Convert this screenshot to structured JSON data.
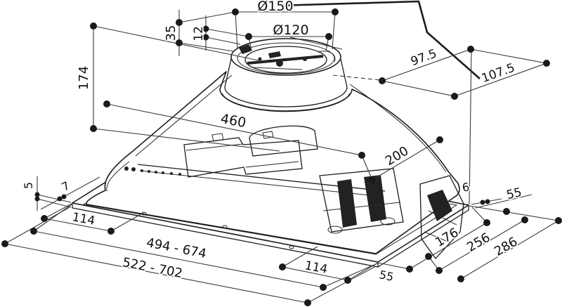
{
  "diagram": {
    "type": "technical-drawing",
    "subject": "Built-in cooker hood installation dimensions",
    "unit": "mm",
    "line_color": "#1c1c1c",
    "background": "#ffffff"
  },
  "dims": {
    "d150": "Ø150",
    "d120": "Ø120",
    "h35": "35",
    "h12": "12",
    "h174": "174",
    "w460": "460",
    "d97_5": "97.5",
    "d107_5": "107.5",
    "d200": "200",
    "h5": "5",
    "h7": "7",
    "w114_left": "114",
    "range_outer": "494 - 674",
    "range_full": "522 - 702",
    "w114_bottom": "114",
    "d55_bottom": "55",
    "d176": "176",
    "d256": "256",
    "d286": "286",
    "d6": "6",
    "d55_right": "55"
  }
}
